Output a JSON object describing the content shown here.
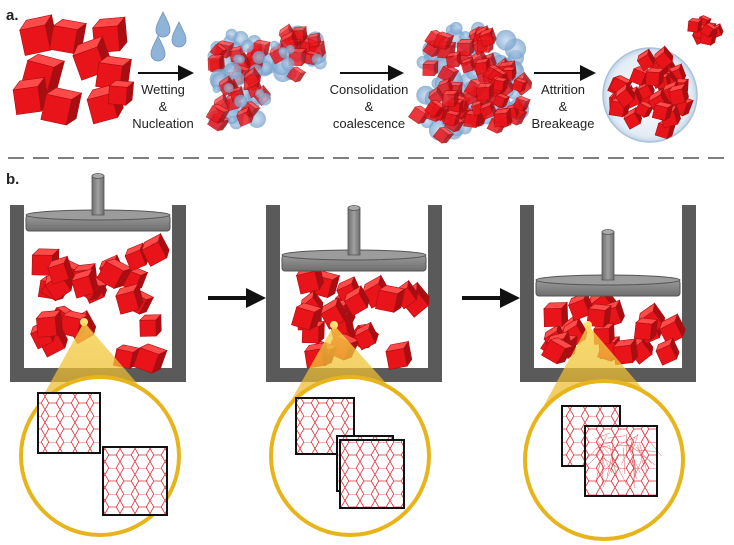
{
  "figure": {
    "panel_a": {
      "label": "a.",
      "steps": [
        {
          "line1": "Wetting",
          "line2": "&",
          "line3": "Nucleation"
        },
        {
          "line1": "Consolidation",
          "line2": "&",
          "line3": "coalescence"
        },
        {
          "line1": "Attrition",
          "line2": "&",
          "line3": "Breakeage"
        }
      ]
    },
    "panel_b": {
      "label": "b."
    },
    "colors": {
      "crystal": "#e8141a",
      "crystal_dark": "#a80e12",
      "crystal_light": "#ff4a4a",
      "droplet": "#8fb4d9",
      "binder": "#7fa6cf",
      "die_wall": "#5a5a5a",
      "punch": "#888888",
      "zoom_gold": "#e8b41c",
      "lattice": "#d8323a"
    },
    "icons": [
      "water-drops-icon",
      "arrow-right-icon",
      "hexagonal-lattice-icon"
    ]
  }
}
